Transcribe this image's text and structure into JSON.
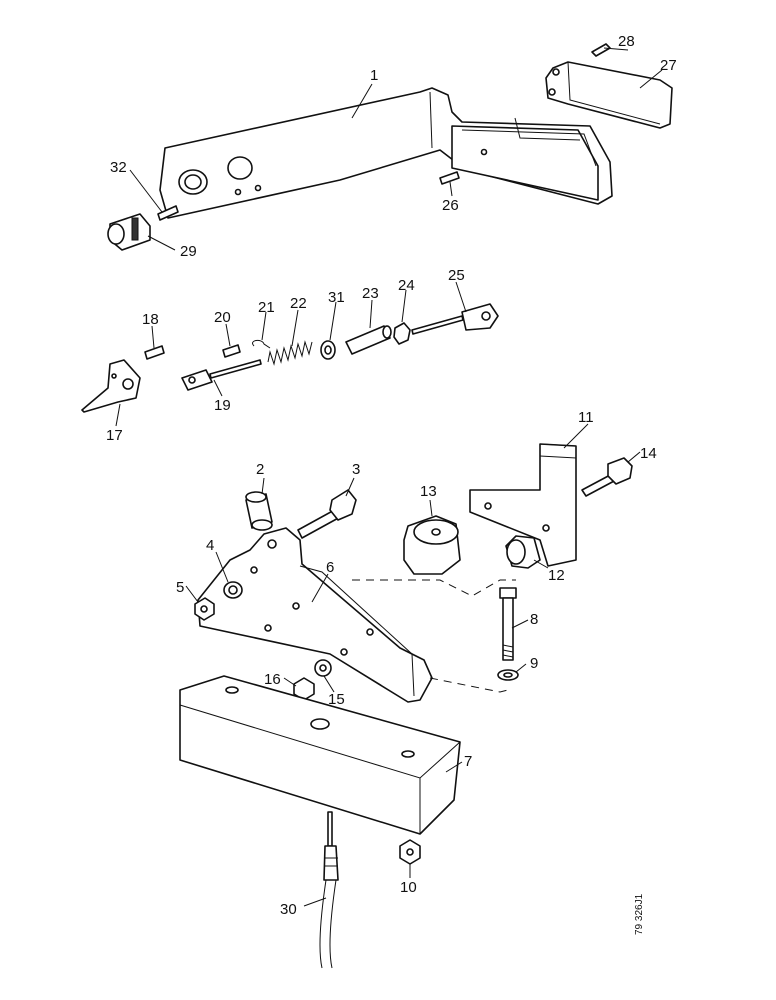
{
  "figure": {
    "reference_code": "79 326J1",
    "callouts": [
      "1",
      "2",
      "3",
      "4",
      "5",
      "6",
      "7",
      "8",
      "9",
      "10",
      "11",
      "12",
      "13",
      "14",
      "15",
      "16",
      "17",
      "18",
      "19",
      "20",
      "21",
      "22",
      "23",
      "24",
      "25",
      "26",
      "27",
      "28",
      "29",
      "30",
      "31",
      "32"
    ]
  }
}
